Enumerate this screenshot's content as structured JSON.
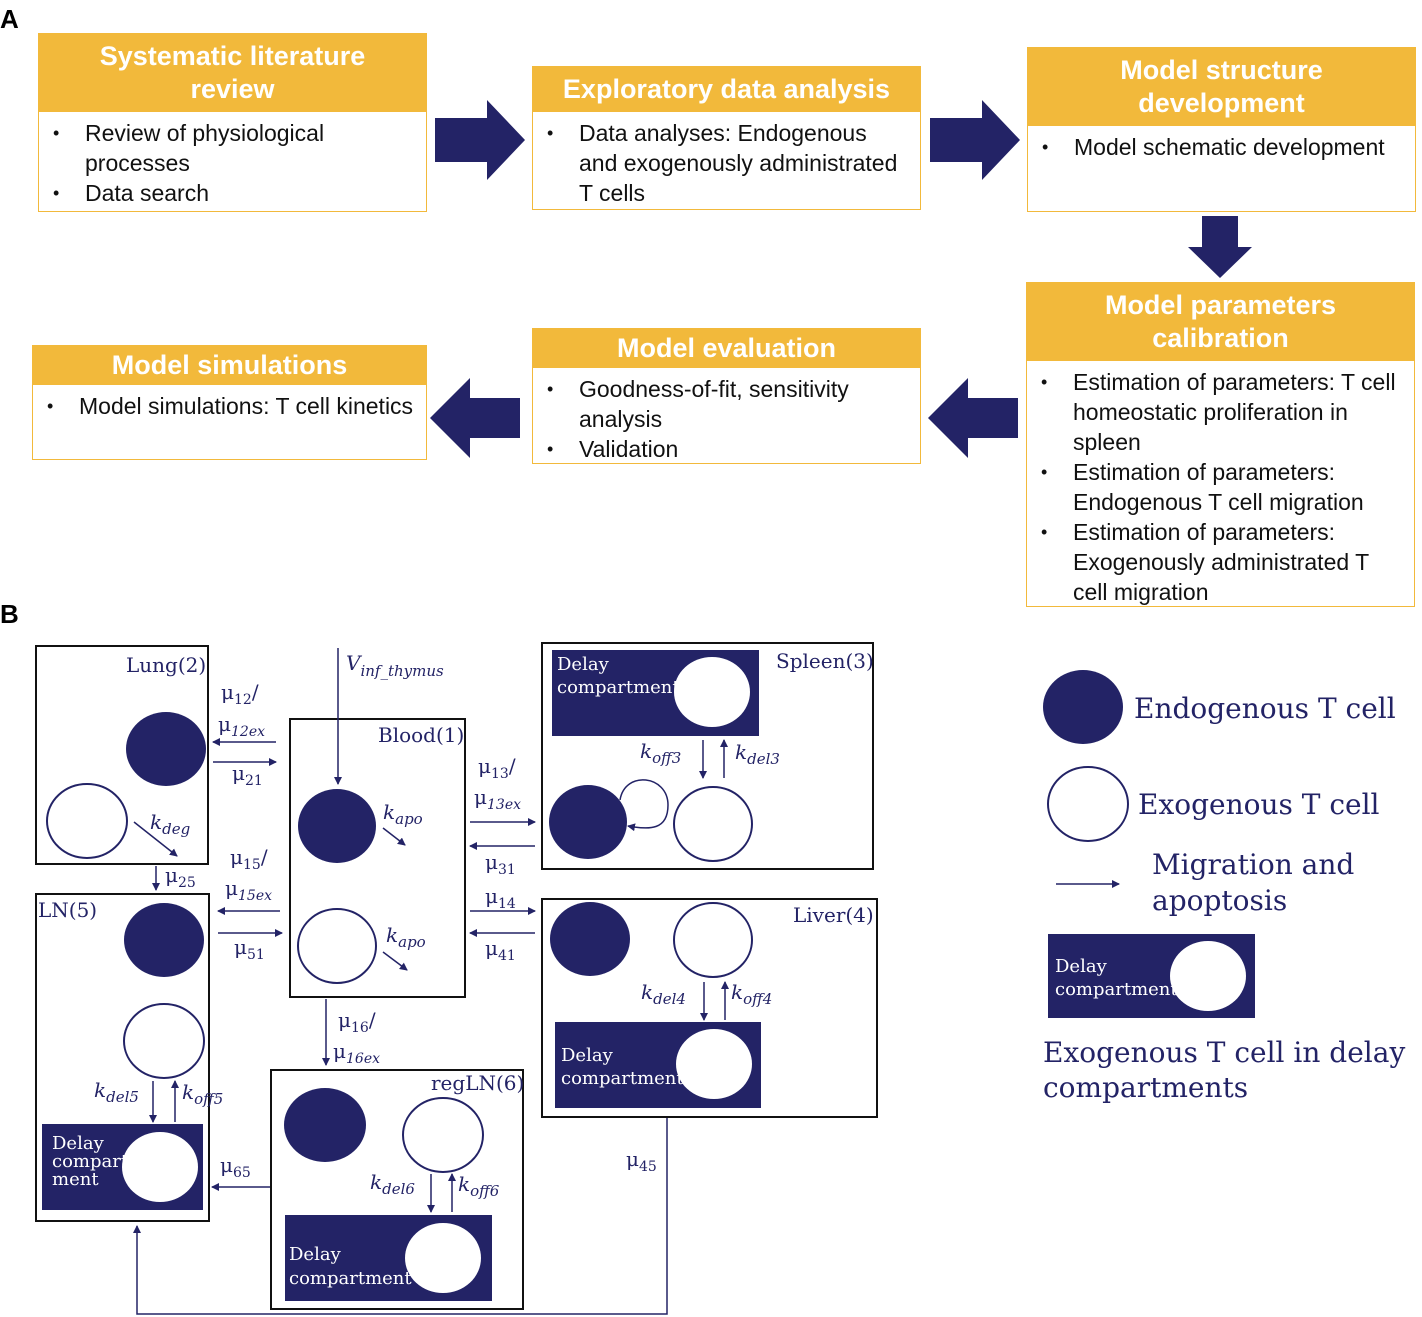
{
  "panel_a": {
    "label": "A",
    "steps": [
      {
        "title": "Systematic literature review",
        "bullets": [
          "Review of physiological processes",
          "Data search"
        ]
      },
      {
        "title": "Exploratory data analysis",
        "bullets": [
          "Data analyses: Endogenous and exogenously administrated T cells"
        ]
      },
      {
        "title": "Model  structure development",
        "bullets": [
          "Model schematic development"
        ]
      },
      {
        "title": "Model parameters calibration",
        "bullets": [
          "Estimation of parameters: T cell homeostatic proliferation in spleen",
          "Estimation of parameters: Endogenous T cell migration",
          "Estimation of parameters: Exogenously administrated T cell migration"
        ]
      },
      {
        "title": "Model evaluation",
        "bullets": [
          "Goodness-of-fit, sensitivity analysis",
          "Validation"
        ]
      },
      {
        "title": "Model simulations",
        "bullets": [
          "Model simulations: T cell kinetics"
        ]
      }
    ]
  },
  "panel_b": {
    "label": "B",
    "compartments": {
      "lung": "Lung(2)",
      "blood": "Blood(1)",
      "spleen": "Spleen(3)",
      "ln": "LN(5)",
      "liver": "Liver(4)",
      "regln": "regLN(6)"
    },
    "delay_label": "Delay compartment",
    "delay_label_ln": [
      "Delay",
      "compart",
      "ment"
    ],
    "rates": {
      "v_inf": {
        "main": "V",
        "sub": "inf_thymus"
      },
      "mu12": {
        "main": "μ",
        "sub": "12",
        "suffix": "/"
      },
      "mu12ex": {
        "main": "μ",
        "sub": "12ex"
      },
      "mu21": {
        "main": "μ",
        "sub": "21"
      },
      "mu13": {
        "main": "μ",
        "sub": "13",
        "suffix": "/"
      },
      "mu13ex": {
        "main": "μ",
        "sub": "13ex"
      },
      "mu31": {
        "main": "μ",
        "sub": "31"
      },
      "mu14": {
        "main": "μ",
        "sub": "14"
      },
      "mu41": {
        "main": "μ",
        "sub": "41"
      },
      "mu15": {
        "main": "μ",
        "sub": "15",
        "suffix": "/"
      },
      "mu15ex": {
        "main": "μ",
        "sub": "15ex"
      },
      "mu51": {
        "main": "μ",
        "sub": "51"
      },
      "mu16": {
        "main": "μ",
        "sub": "16",
        "suffix": "/"
      },
      "mu16ex": {
        "main": "μ",
        "sub": "16ex"
      },
      "mu25": {
        "main": "μ",
        "sub": "25"
      },
      "mu65": {
        "main": "μ",
        "sub": "65"
      },
      "mu45": {
        "main": "μ",
        "sub": "45"
      },
      "kdeg": {
        "main": "k",
        "sub": "deg"
      },
      "kapo": {
        "main": "k",
        "sub": "apo"
      },
      "koff3": {
        "main": "k",
        "sub": "off3"
      },
      "kdel3": {
        "main": "k",
        "sub": "del3"
      },
      "kdel4": {
        "main": "k",
        "sub": "del4"
      },
      "koff4": {
        "main": "k",
        "sub": "off4"
      },
      "kdel5": {
        "main": "k",
        "sub": "del5"
      },
      "koff5": {
        "main": "k",
        "sub": "off5"
      },
      "kdel6": {
        "main": "k",
        "sub": "del6"
      },
      "koff6": {
        "main": "k",
        "sub": "off6"
      }
    },
    "legend": {
      "endogenous": "Endogenous T cell",
      "exogenous": "Exogenous T cell",
      "migration": [
        "Migration and",
        "apoptosis"
      ],
      "delay_caption": [
        "Exogenous T cell in delay",
        "compartments"
      ],
      "delay_box": [
        "Delay",
        "compartment"
      ]
    },
    "colors": {
      "navy": "#232366",
      "gold": "#f2b93b"
    }
  }
}
